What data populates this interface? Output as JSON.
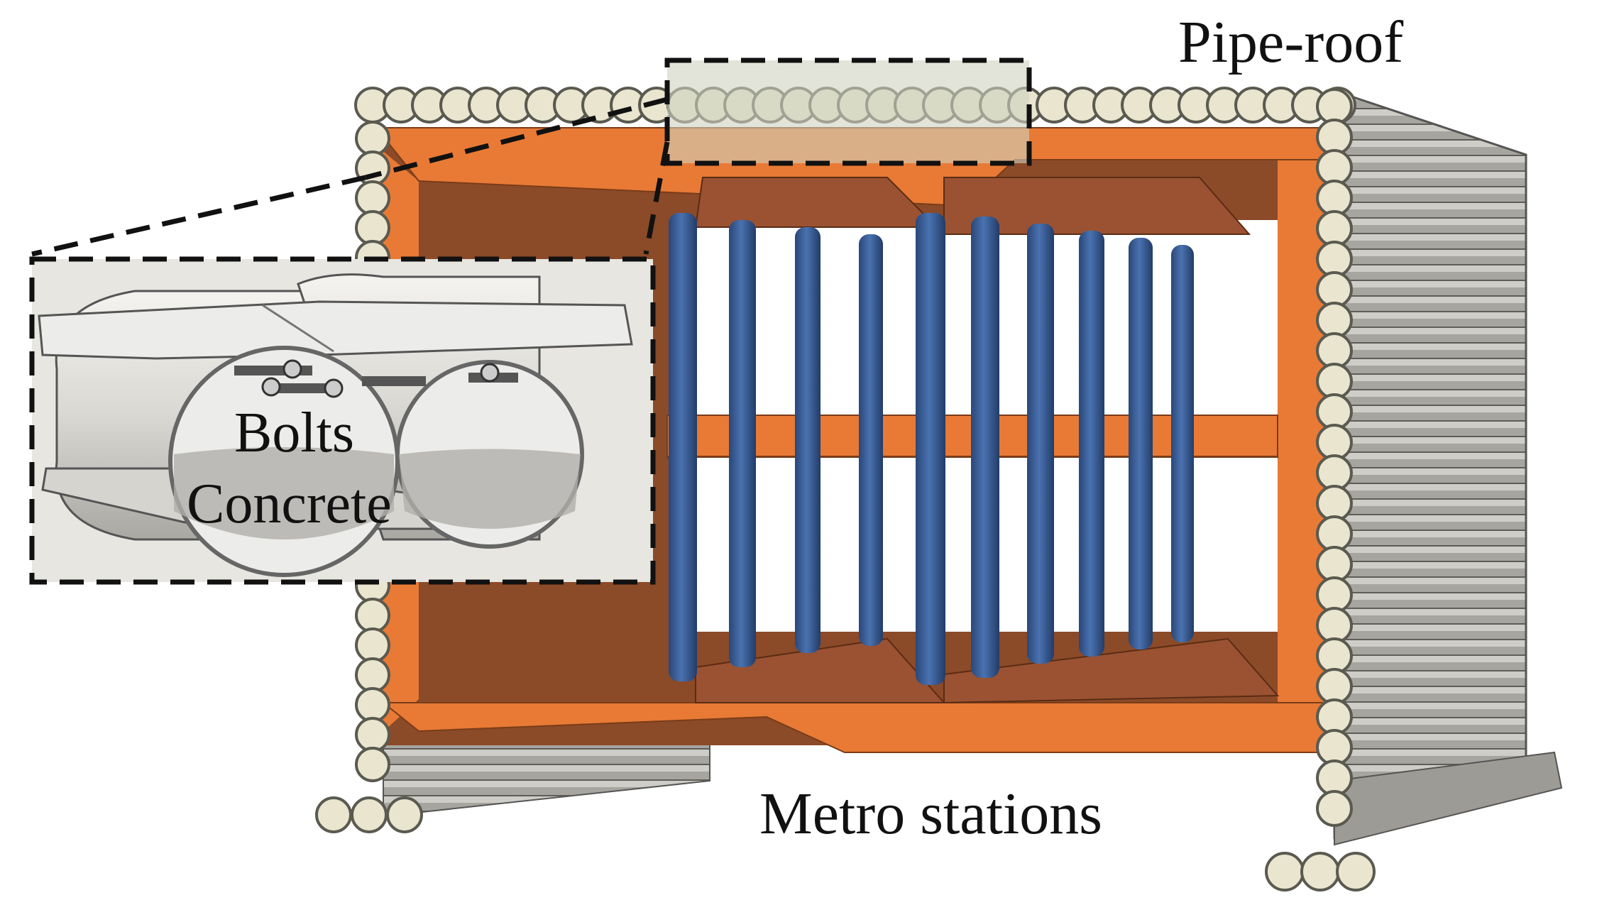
{
  "labels": {
    "pipe_roof": "Pipe-roof",
    "metro_stations": "Metro stations",
    "bolts": "Bolts",
    "concrete": "Concrete"
  },
  "colors": {
    "orange": "#e87a35",
    "orange_dark": "#8b4a28",
    "column_blue": "#3a5e98",
    "pipe_fill": "#e9e5cf",
    "pipe_stroke": "#5a5a50",
    "side_pipes": "#9c9a94",
    "inset_bg": "#e7e6e1"
  }
}
